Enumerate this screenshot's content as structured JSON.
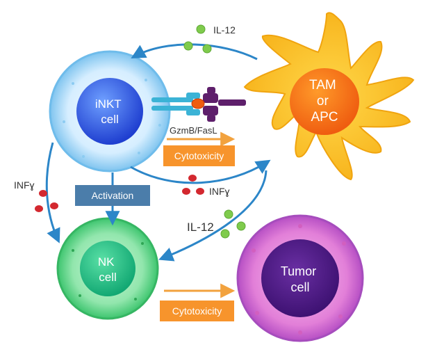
{
  "cells": {
    "inkt": "iNKT\ncell",
    "tam": "TAM\nor\nAPC",
    "nk": "NK\ncell",
    "tumor": "Tumor\ncell"
  },
  "labels": {
    "il12_top": "IL-12",
    "il12_mid": "IL-12",
    "infg_left": "INFɣ",
    "infg_mid": "INFɣ",
    "gzmb": "GzmB/FasL"
  },
  "boxes": {
    "cytotoxicity_top": "Cytotoxicity",
    "activation": "Activation",
    "cytotoxicity_bottom": "Cytotoxicity"
  },
  "colors": {
    "orange_box": "#F7942C",
    "blue_box": "#4B7DAA",
    "arrow_blue": "#2C86C8",
    "arrow_orange": "#F2A23E",
    "green_dot": "#7FCB4C",
    "red_dot": "#D3282F"
  }
}
